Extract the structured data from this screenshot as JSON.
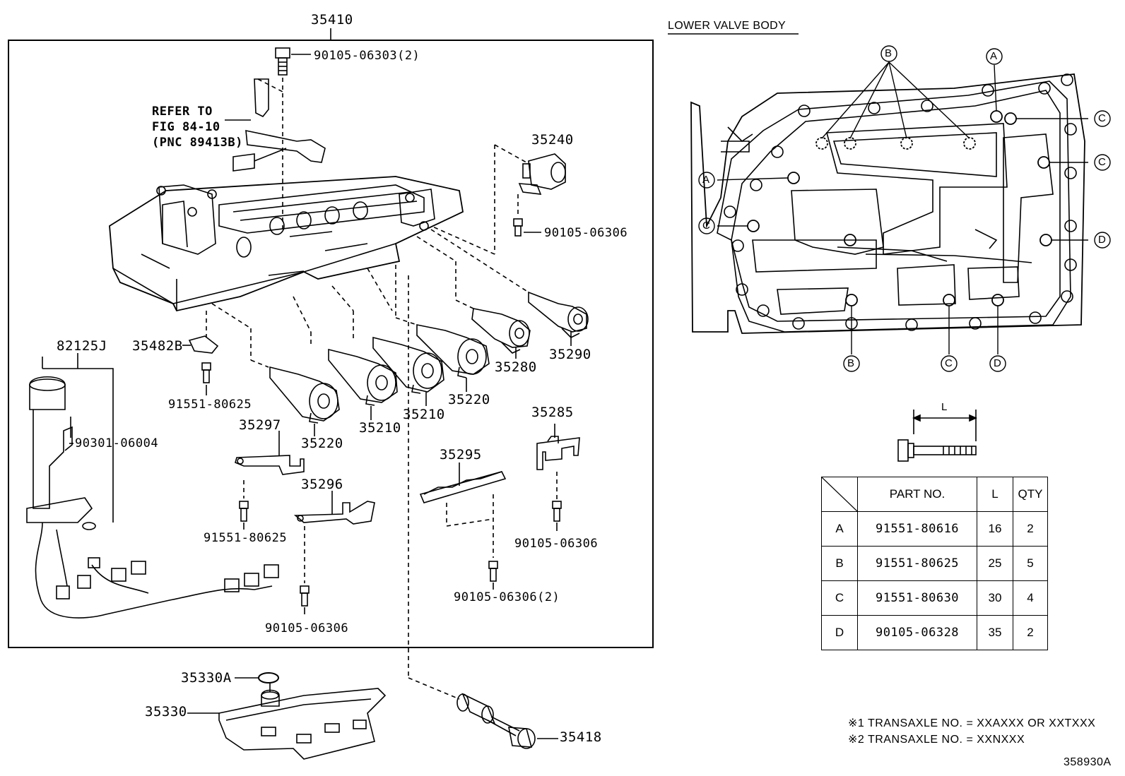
{
  "main": {
    "assembly_callout": "35410",
    "refer_note": [
      "REFER TO",
      "FIG 84-10",
      "(PNC 89413B)"
    ],
    "callouts": {
      "bolt_top": "90105-06303(2)",
      "solenoid_35240": "35240",
      "bolt_35240": "90105-06306",
      "harness": "82125J",
      "bracket_35482b": "35482B",
      "bolt_35482b": "91551-80625",
      "oring_harness": "90301-06004",
      "solenoid_35290": "35290",
      "solenoid_35280": "35280",
      "solenoid_35220_right": "35220",
      "solenoid_35210_right": "35210",
      "solenoid_35210_left": "35210",
      "solenoid_35220_left": "35220",
      "plate_35297": "35297",
      "bolt_35297": "91551-80625",
      "plate_35296": "35296",
      "bolt_35296": "90105-06306",
      "plate_35295": "35295",
      "bolt_35295": "90105-06306(2)",
      "plate_35285": "35285",
      "bolt_35285": "90105-06306",
      "oring_strainer": "35330A",
      "strainer": "35330",
      "pipe": "35418"
    }
  },
  "lower_valve_body": {
    "title": "LOWER VALVE BODY",
    "bolt_markers": [
      "A",
      "B",
      "C",
      "D"
    ],
    "length_label": "L"
  },
  "table": {
    "headers": [
      "",
      "PART NO.",
      "L",
      "QTY"
    ],
    "rows": [
      {
        "code": "A",
        "part_no": "91551-80616",
        "length": "16",
        "qty": "2"
      },
      {
        "code": "B",
        "part_no": "91551-80625",
        "length": "25",
        "qty": "5"
      },
      {
        "code": "C",
        "part_no": "91551-80630",
        "length": "30",
        "qty": "4"
      },
      {
        "code": "D",
        "part_no": "90105-06328",
        "length": "35",
        "qty": "2"
      }
    ]
  },
  "notes": [
    "※1 TRANSAXLE NO. = XXAXXX OR XXTXXX",
    "※2 TRANSAXLE NO. = XXNXXX"
  ],
  "figure_id": "358930A"
}
